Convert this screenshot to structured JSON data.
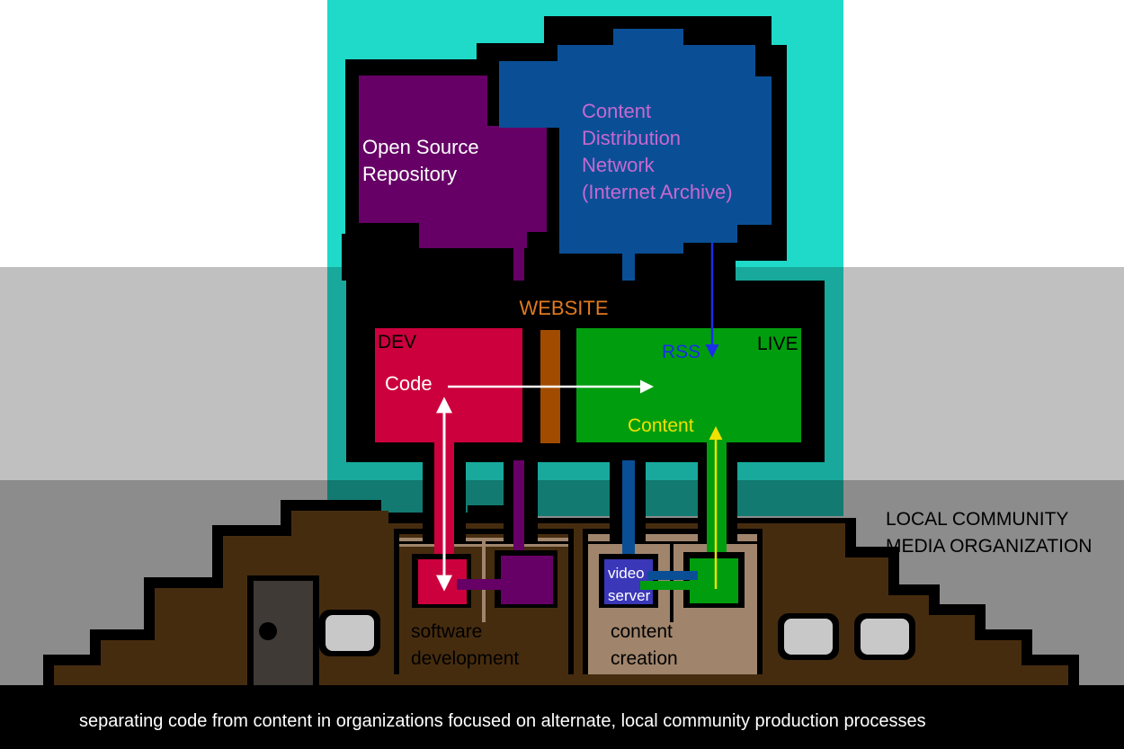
{
  "labels": {
    "open_source_line1": "Open Source",
    "open_source_line2": "Repository",
    "cdn_line1": "Content",
    "cdn_line2": "Distribution",
    "cdn_line3": "Network",
    "cdn_line4": "(Internet Archive)",
    "website": "WEBSITE",
    "dev": "DEV",
    "live": "LIVE",
    "rss": "RSS",
    "code": "Code",
    "content": "Content",
    "video_line1": "video",
    "video_line2": "server",
    "software_line1": "software",
    "software_line2": "development",
    "content_creation_line1": "content",
    "content_creation_line2": "creation",
    "org_line1": "LOCAL COMMUNITY",
    "org_line2": "MEDIA ORGANIZATION",
    "caption": "separating code from content in organizations focused on alternate, local community production processes"
  },
  "colors": {
    "cloud_band": "#1fd9c9",
    "internet_band": "#c0c0c0",
    "local_band": "#8c8c8c",
    "open_source": "#660066",
    "cdn": "#0a4f96",
    "cdn_text": "#c868d0",
    "website_text": "#e07a20",
    "dev": "#cc003d",
    "live": "#009e0f",
    "separator": "#a14b00",
    "rss_arrow": "#1a2ee8",
    "content_text": "#f0e000",
    "ground": "#462c0f",
    "room": "#a0856c",
    "door": "#3f3a36",
    "window": "#c8c8c8"
  }
}
